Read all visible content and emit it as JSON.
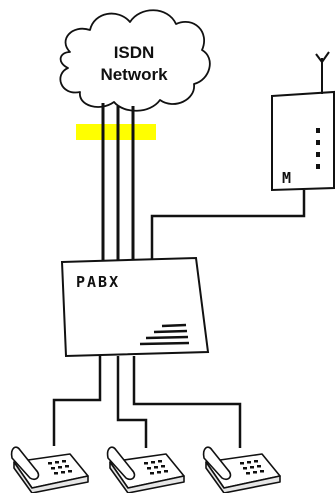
{
  "cloud": {
    "line1": "ISDN",
    "line2": "Network"
  },
  "pabx": {
    "label": "PABX"
  },
  "modem": {
    "label": "M"
  },
  "colors": {
    "ink": "#111111",
    "connector": "#ffff00",
    "background": "#ffffff"
  },
  "phones": [
    {
      "name": "phone-1"
    },
    {
      "name": "phone-2"
    },
    {
      "name": "phone-3"
    }
  ]
}
